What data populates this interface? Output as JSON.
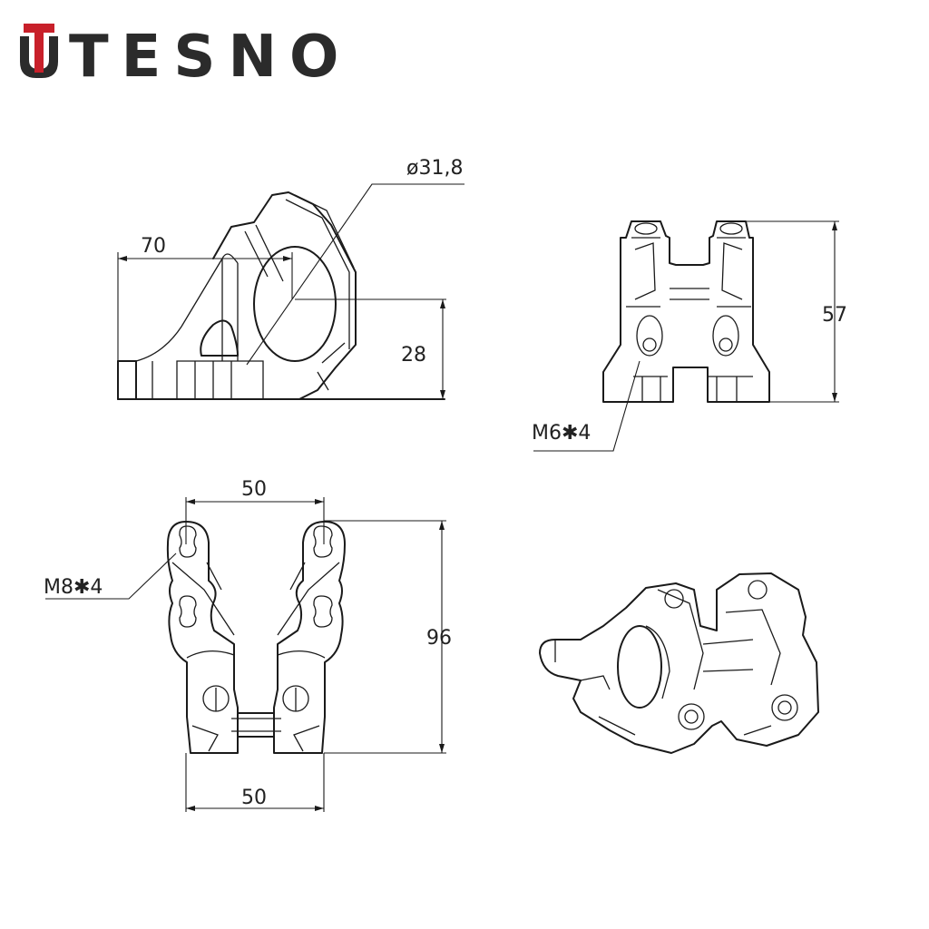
{
  "logo": {
    "text": "TESNO",
    "full_brand": "UTESNO",
    "accent_color": "#c8202a",
    "text_color": "#2b2b2b"
  },
  "views": {
    "side_view": {
      "dim_width": "70",
      "dim_height": "28",
      "dim_diameter": "ø31,8"
    },
    "front_view": {
      "dim_height": "57",
      "bolt_callout": "M6✱4"
    },
    "top_view": {
      "dim_top_width": "50",
      "dim_bottom_width": "50",
      "dim_height": "96",
      "bolt_callout": "M8✱4"
    },
    "isometric_view": {}
  }
}
